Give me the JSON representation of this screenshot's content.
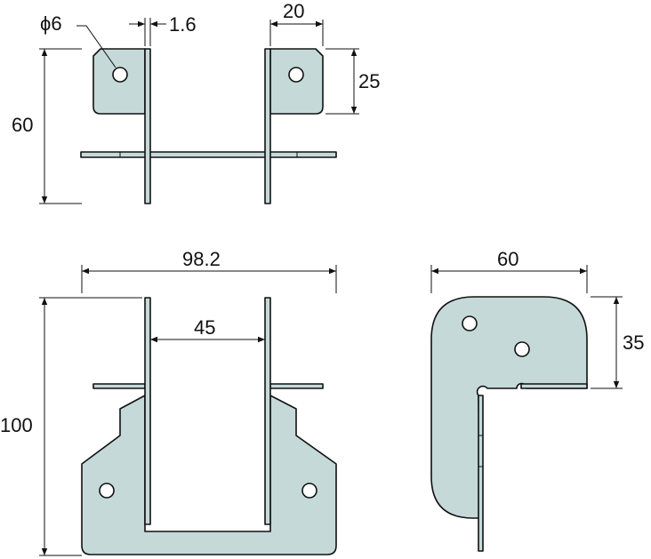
{
  "colors": {
    "part_fill": "#c5d9d9",
    "line": "#111111"
  },
  "top_view": {
    "hole_label": "ϕ6",
    "thickness": "1.6",
    "flange_width": "20",
    "flange_height": "25",
    "height": "60"
  },
  "front_view": {
    "width": "98.2",
    "inner_width": "45",
    "height": "100"
  },
  "side_view": {
    "width": "60",
    "height": "35"
  }
}
